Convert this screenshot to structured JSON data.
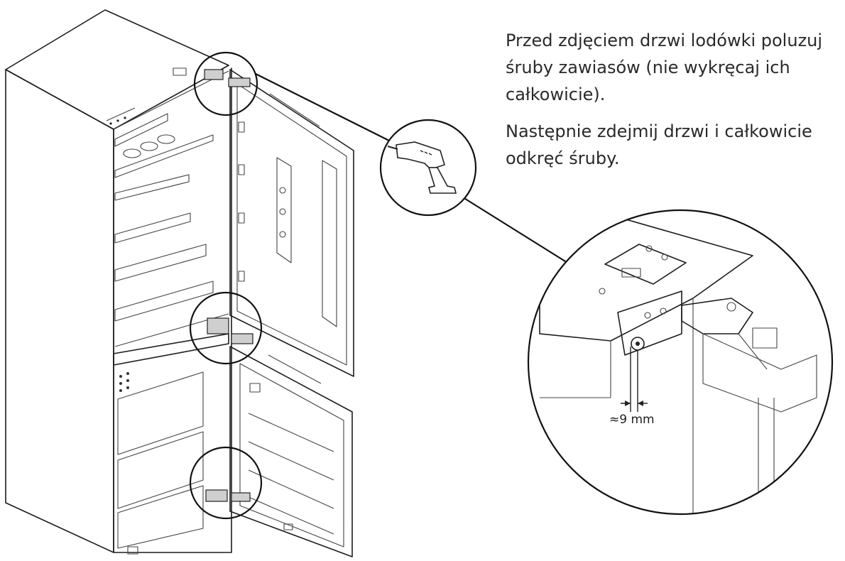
{
  "instructions": {
    "step1": "Przed zdjęciem drzwi lodówki poluzuj śruby zawiasów (nie wykręcaj ich całkowicie).",
    "step2": "Następnie zdejmij drzwi i całkowicie odkręć śruby."
  },
  "measurement": {
    "label": "≈9 mm"
  },
  "icons": {
    "tool": "cordless-drill-icon"
  }
}
